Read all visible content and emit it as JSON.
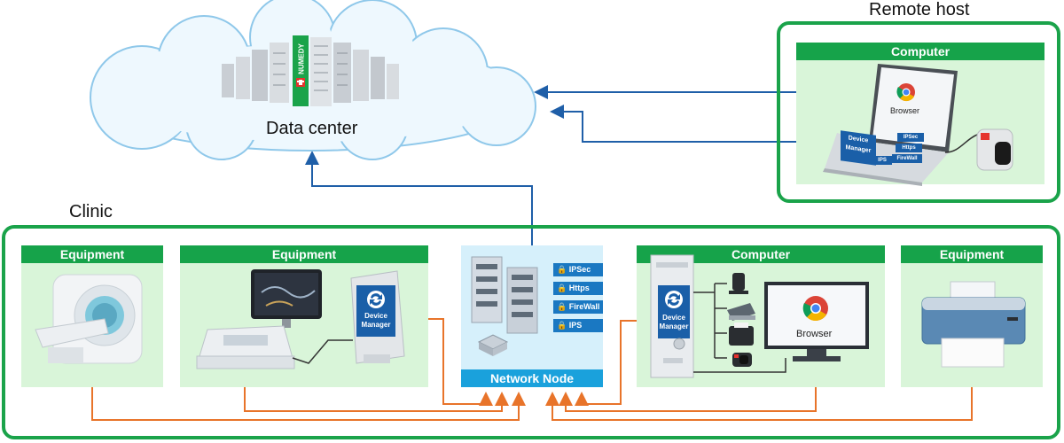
{
  "cloud": {
    "label": "Data center",
    "brand": "NUMEDY"
  },
  "remote": {
    "title": "Remote host",
    "panel_label": "Computer",
    "browser_label": "Browser",
    "device_manager_label": "Device Manager",
    "badges": [
      "IPSec",
      "Https",
      "FireWall",
      "IPS"
    ]
  },
  "clinic": {
    "title": "Clinic",
    "panels": [
      {
        "label": "Equipment"
      },
      {
        "label": "Equipment"
      },
      {
        "label": "Computer"
      },
      {
        "label": "Equipment"
      }
    ],
    "device_manager_label_1": "Device",
    "device_manager_label_2": "Manager",
    "browser_label": "Browser",
    "network_node": {
      "label": "Network Node",
      "badges": [
        "IPSec",
        "Https",
        "FireWall",
        "IPS"
      ]
    }
  },
  "colors": {
    "frame": "#1aa34a",
    "panel": "#d9f5d9",
    "panel_header": "#16a34a",
    "node_panel": "#d6f0fb",
    "node_header": "#1aa1dc",
    "orange_link": "#e8742a",
    "blue_link": "#1f5fa8"
  },
  "icons": [
    "cloud-icon",
    "server-rack-icon",
    "laptop-icon",
    "fingerprint-scanner-icon",
    "mri-scanner-icon",
    "ultrasound-machine-icon",
    "device-manager-icon",
    "server-icon",
    "tower-pc-icon",
    "monitor-icon",
    "chrome-icon",
    "printer-icon",
    "barcode-scanner-icon",
    "flatbed-scanner-icon",
    "receipt-printer-icon"
  ]
}
